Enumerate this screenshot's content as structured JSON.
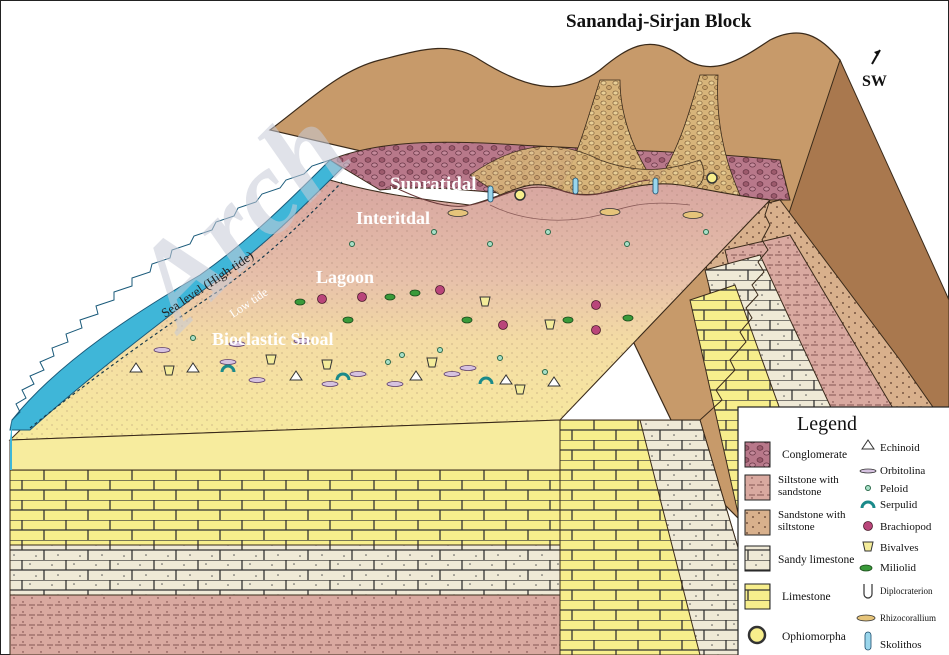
{
  "block_title": "Sanandaj-Sirjan Block",
  "orientation": "SW",
  "sea_level_label": "Sea level (High tide)",
  "low_tide_label": "Low tide",
  "zones": {
    "supratidal": "Supratidal",
    "intertidal": "Interitdal",
    "lagoon": "Lagoon",
    "shoal": "Bioclastic Shoal"
  },
  "watermark": "Arch",
  "legend": {
    "title": "Legend",
    "lithology": [
      {
        "label": "Conglomerate"
      },
      {
        "label": "Siltstone with sandstone"
      },
      {
        "label": "Sandstone with siltstone"
      },
      {
        "label": "Sandy limestone"
      },
      {
        "label": "Limestone"
      },
      {
        "label": "Ophiomorpha"
      }
    ],
    "fossils": [
      {
        "label": "Echinoid",
        "icon": "echinoid-icon"
      },
      {
        "label": "Orbitolina",
        "icon": "orbitolina-icon"
      },
      {
        "label": "Peloid",
        "icon": "peloid-icon"
      },
      {
        "label": "Serpulid",
        "icon": "serpulid-icon"
      },
      {
        "label": "Brachiopod",
        "icon": "brachiopod-icon"
      },
      {
        "label": "Bivalves",
        "icon": "bivalve-icon"
      },
      {
        "label": "Miliolid",
        "icon": "miliolid-icon"
      },
      {
        "label": "Diplocraterion",
        "icon": "diplocraterion-icon"
      },
      {
        "label": "Rhizocorallium",
        "icon": "rhizocorallium-icon"
      },
      {
        "label": "Skolithos",
        "icon": "skolithos-icon"
      }
    ]
  },
  "colors": {
    "sea": "#3fb6d8",
    "mountain": "#c79a6a",
    "conglomerate": "#b8788a",
    "lagoon": "#e2b2a6",
    "shoal": "#f6e59e",
    "limestone": "#f7ee8c",
    "sandy_limestone": "#efe9d6",
    "siltstone": "#d9a9a0"
  }
}
